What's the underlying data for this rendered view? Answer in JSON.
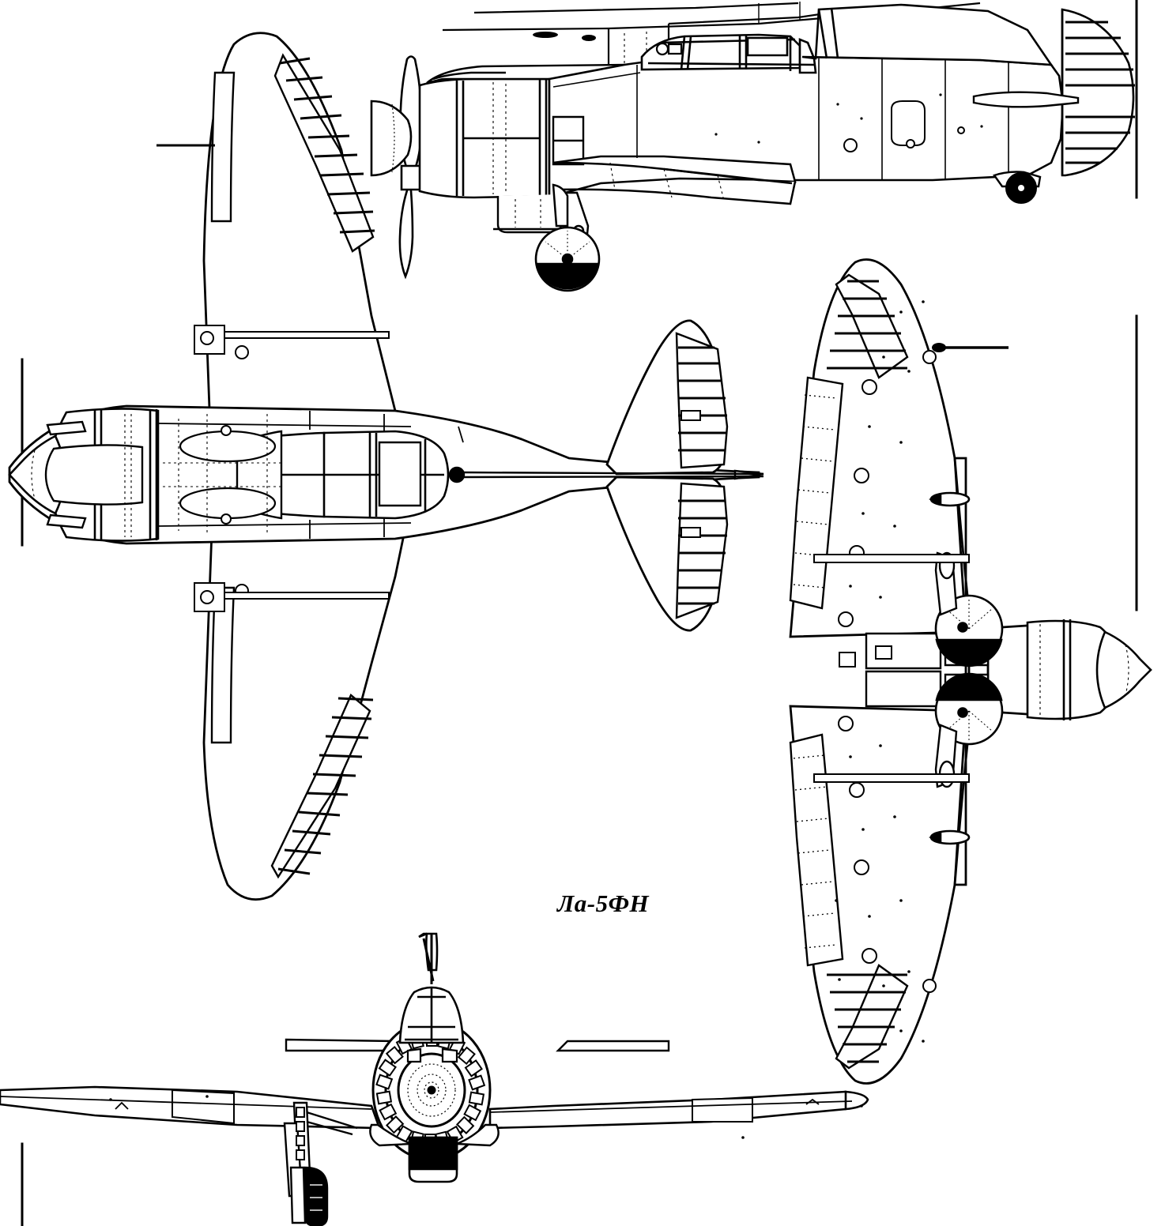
{
  "document": {
    "kind": "technical-line-drawing",
    "subject_label": "Ла-5ФН",
    "views": [
      {
        "id": "side",
        "name": "side-elevation-view"
      },
      {
        "id": "top",
        "name": "top-plan-view"
      },
      {
        "id": "bottom",
        "name": "bottom-plan-view"
      },
      {
        "id": "front",
        "name": "front-elevation-view"
      },
      {
        "id": "partial-top",
        "name": "partial-cropped-view"
      }
    ],
    "colors": {
      "ink": "#000000",
      "paper": "#ffffff",
      "fill_light": "#ffffff",
      "fill_solid": "#000000"
    },
    "frame": {
      "left_rule": true,
      "right_rule": true
    }
  },
  "labels": {
    "title": "Ла-5ФН"
  }
}
